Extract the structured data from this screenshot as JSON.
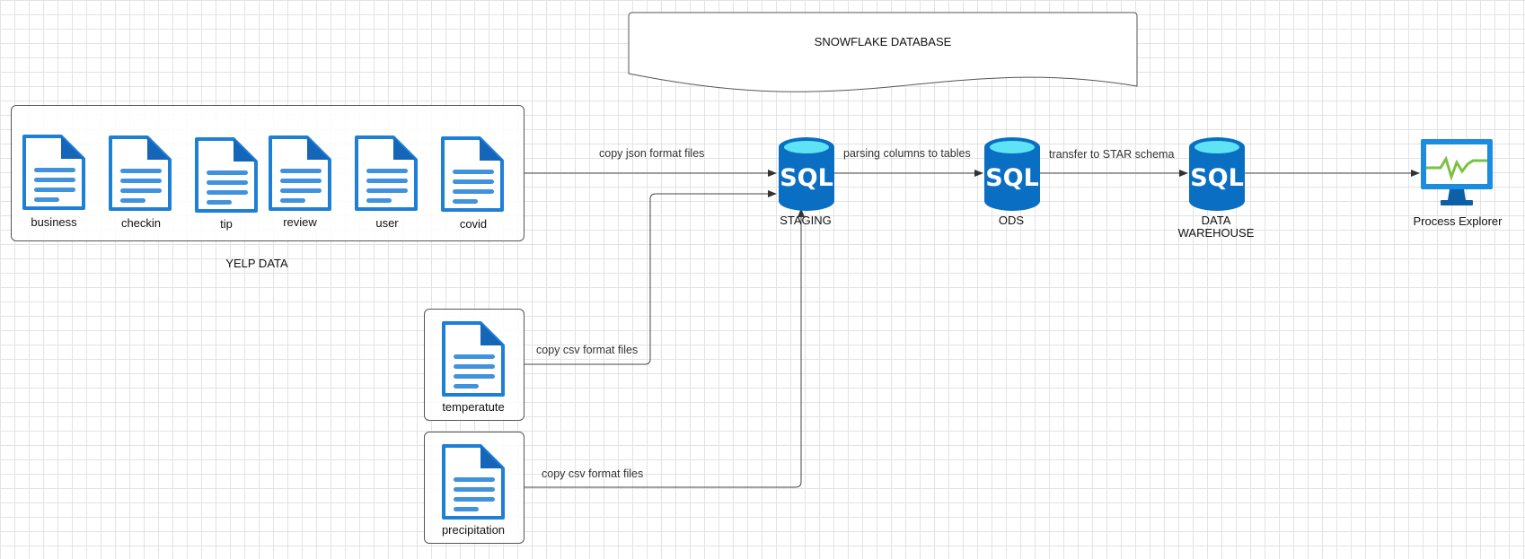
{
  "banner": {
    "title": "SNOWFLAKE DATABASE"
  },
  "yelp_group": {
    "label": "YELP DATA",
    "files": [
      "business",
      "checkin",
      "tip",
      "review",
      "user",
      "covid"
    ]
  },
  "external_files": {
    "temperature": "temperatute",
    "precipitation": "precipitation"
  },
  "stores": {
    "staging": "STAGING",
    "ods": "ODS",
    "warehouse": "DATA\nWAREHOUSE",
    "sql_text": "SQL"
  },
  "process_explorer": "Process Explorer",
  "edges": {
    "json_copy": "copy json format files",
    "csv_copy_temp": "copy csv format files",
    "csv_copy_precip": "copy csv format files",
    "parse": "parsing columns to tables",
    "star": "transfer to STAR schema"
  },
  "colors": {
    "doc_blue": "#1e7fd6",
    "doc_dark": "#1565b8",
    "db_blue": "#0a6fc2",
    "db_top": "#5ee3f5",
    "monitor_green": "#7ac143"
  }
}
